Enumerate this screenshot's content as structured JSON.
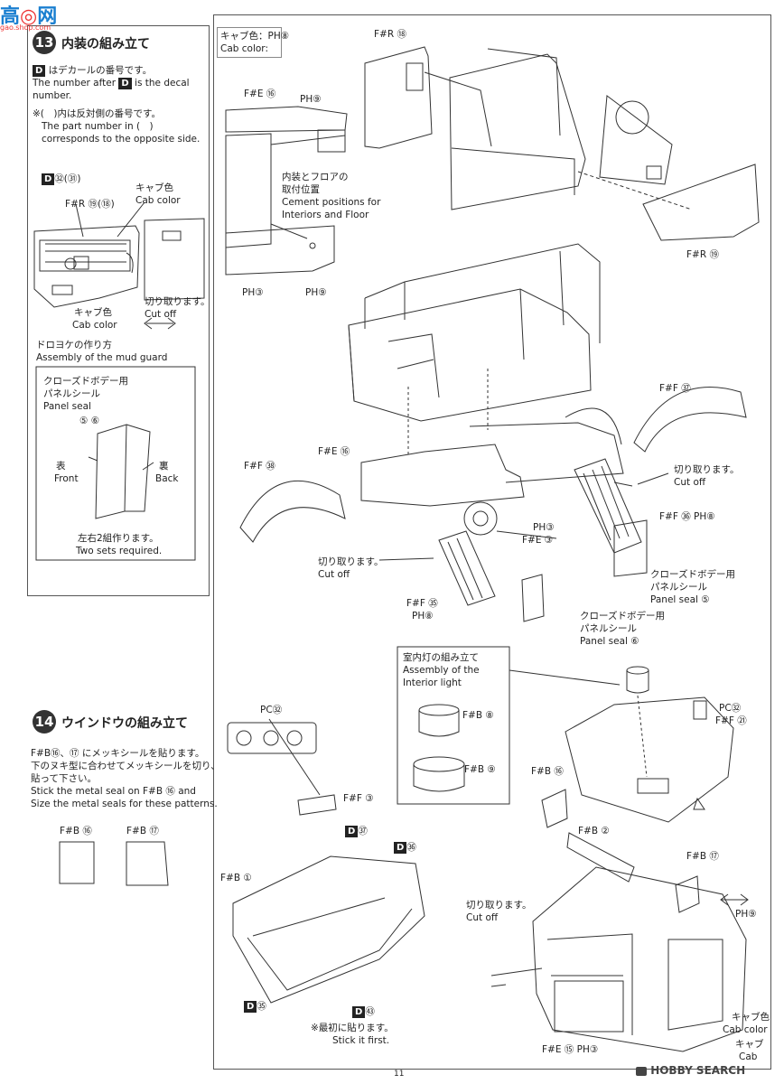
{
  "watermark": {
    "top_left_chars": "高",
    "top_left_chars2": "网",
    "top_left_url": "gao.shop.com",
    "bottom_right": "HOBBY SEARCH"
  },
  "step13": {
    "number": "13",
    "title": "内装の組み立て",
    "decal_note_jp": "はデカールの番号です。",
    "decal_note_en_a": "The number after",
    "decal_note_en_b": "is the decal",
    "decal_note_en_c": "number.",
    "paren_note_jp": "※(　)内は反対側の番号です。",
    "paren_note_en_a": "The part number in (　)",
    "paren_note_en_b": "corresponds to the opposite side.",
    "decal_label": "㉜(㉛)",
    "part_fr": "F#R ⑲(⑱)",
    "cab_color_jp": "キャブ色",
    "cab_color_en": "Cab color",
    "cab_color2_jp": "キャブ色",
    "cab_color2_en": "Cab color",
    "cutoff_jp": "切り取ります。",
    "cutoff_en": "Cut off",
    "mudguard_jp": "ドロヨケの作り方",
    "mudguard_en": "Assembly of the mud guard",
    "panel_seal_jp1": "クローズドボデー用",
    "panel_seal_jp2": "パネルシール",
    "panel_seal_en": "Panel seal",
    "panel_seal_nums": "⑤ ⑥",
    "front_jp": "表",
    "front_en": "Front",
    "back_jp": "裏",
    "back_en": "Back",
    "two_sets_jp": "左右2組作ります。",
    "two_sets_en": "Two sets required."
  },
  "diagram_top": {
    "cab_color_label_jp": "キャブ色：",
    "cab_color_label_code": "PH⑧",
    "cab_color_label_en": "Cab color:",
    "fe16": "F#E ⑯",
    "ph9a": "PH⑨",
    "interior_jp1": "内装とフロアの",
    "interior_jp2": "取付位置",
    "interior_en1": "Cement positions for",
    "interior_en2": "Interiors and Floor",
    "ph3": "PH③",
    "ph9b": "PH⑨",
    "fr18": "F#R ⑱",
    "fr19": "F#R ⑲",
    "ff37": "F#F ㊲",
    "fe16b": "F#E ⑯",
    "ff38": "F#F ㊳",
    "cutoff1_jp": "切り取ります。",
    "cutoff1_en": "Cut off",
    "ff36": "F#F ㊱ PH⑧",
    "ph3b": "PH③",
    "fe3": "F#E ③",
    "cutoff2_jp": "切り取ります。",
    "cutoff2_en": "Cut off",
    "panel_seal5_jp1": "クローズドボデー用",
    "panel_seal5_jp2": "パネルシール",
    "panel_seal5_en": "Panel seal ⑤",
    "ff35": "F#F ㉟",
    "ph8": "PH⑧",
    "panel_seal6_jp1": "クローズドボデー用",
    "panel_seal6_jp2": "パネルシール",
    "panel_seal6_en": "Panel seal ⑥"
  },
  "step14": {
    "number": "14",
    "title": "ウインドウの組み立て",
    "note_jp1": "F#B⑯、⑰ にメッキシールを貼ります。",
    "note_jp2": "下のヌキ型に合わせてメッキシールを切り、",
    "note_jp3": "貼って下さい。",
    "note_en1": "Stick the metal seal on F#B ⑯ and",
    "note_en2": "Size the metal seals for these patterns.",
    "pattern16": "F#B ⑯",
    "pattern17": "F#B ⑰"
  },
  "diagram_bottom": {
    "interior_light_jp": "室内灯の組み立て",
    "interior_light_en1": "Assembly of the",
    "interior_light_en2": "Interior light",
    "fb8": "F#B ⑧",
    "fb9": "F#B ⑨",
    "pc92a": "PC㉜",
    "ff3": "F#F ③",
    "d37": "㊲",
    "d36": "㊱",
    "fb1": "F#B ①",
    "d35": "㉟",
    "d63": "㊸",
    "first_jp": "※最初に貼ります。",
    "first_en": "Stick it first.",
    "pc92b": "PC㉜",
    "ff21": "F#F ㉑",
    "fb16": "F#B ⑯",
    "fb2": "F#B ②",
    "fb17": "F#B ⑰",
    "cutoff_jp": "切り取ります。",
    "cutoff_en": "Cut off",
    "ph9": "PH⑨",
    "fe15": "F#E ⑮ PH③",
    "cab_color_jp": "キャブ色",
    "cab_color_en": "Cab color",
    "cab_jp": "キャブ",
    "cab_en": "Cab"
  },
  "page_number": "11"
}
